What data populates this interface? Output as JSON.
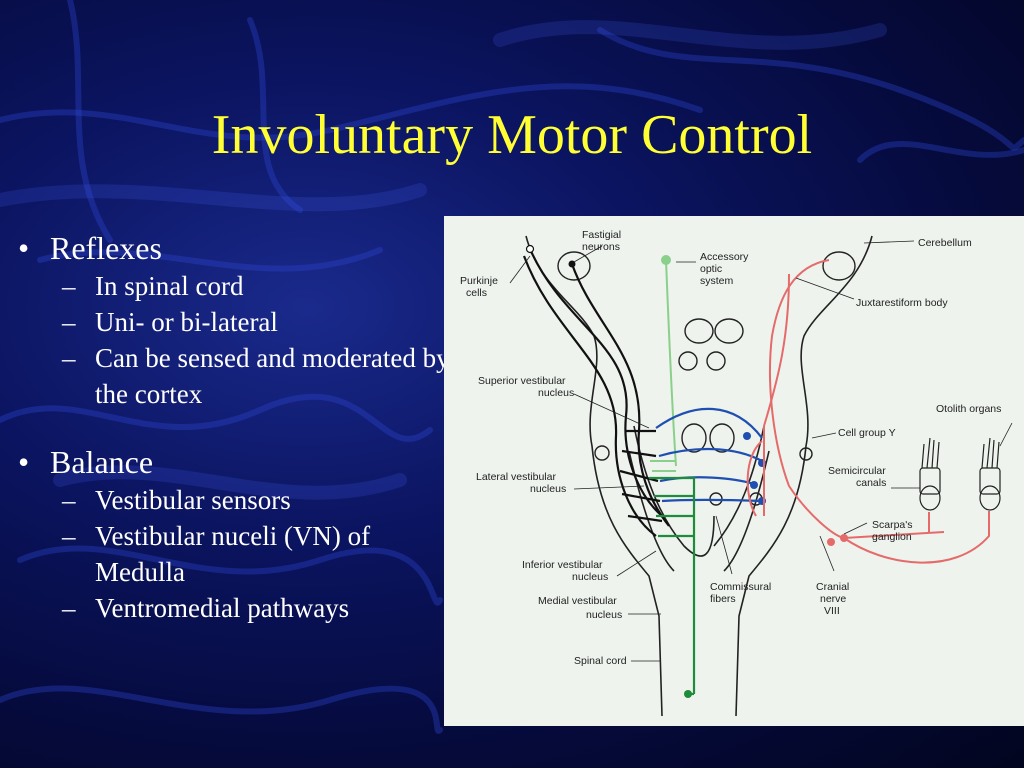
{
  "slide": {
    "title": "Involuntary Motor Control",
    "bullets": [
      {
        "label": "Reflexes",
        "subitems": [
          "In spinal cord",
          "Uni- or bi-lateral",
          "Can be sensed and moderated by the cortex"
        ]
      },
      {
        "label": "Balance",
        "subitems": [
          "Vestibular sensors",
          "Vestibular nuceli (VN) of Medulla",
          "Ventromedial pathways"
        ]
      }
    ]
  },
  "diagram": {
    "labels": {
      "fastigial_1": "Fastigial",
      "fastigial_2": "neurons",
      "accessory_1": "Accessory",
      "accessory_2": "optic",
      "accessory_3": "system",
      "cerebellum": "Cerebellum",
      "purkinje_1": "Purkinje",
      "purkinje_2": "cells",
      "juxtarestiform": "Juxtarestiform body",
      "superior_vn_1": "Superior vestibular",
      "superior_vn_2": "nucleus",
      "otolith": "Otolith organs",
      "cell_group_y": "Cell group Y",
      "semicircular_1": "Semicircular",
      "semicircular_2": "canals",
      "lateral_vn_1": "Lateral vestibular",
      "lateral_vn_2": "nucleus",
      "scarpa_1": "Scarpa's",
      "scarpa_2": "ganglion",
      "inferior_vn_1": "Inferior vestibular",
      "inferior_vn_2": "nucleus",
      "commissural_1": "Commissural",
      "commissural_2": "fibers",
      "cranial_1": "Cranial",
      "cranial_2": "nerve",
      "cranial_3": "VIII",
      "medial_vn_1": "Medial vestibular",
      "medial_vn_2": "nucleus",
      "spinal_cord": "Spinal cord"
    },
    "colors": {
      "outline": "#222222",
      "cerebellar_fibers": "#111111",
      "vestibular_afferents": "#e56b6b",
      "vestibular_projections": "#1f4fb0",
      "spinal_pathway": "#1e8c3a",
      "optic_pathway": "#8ad08a"
    }
  }
}
